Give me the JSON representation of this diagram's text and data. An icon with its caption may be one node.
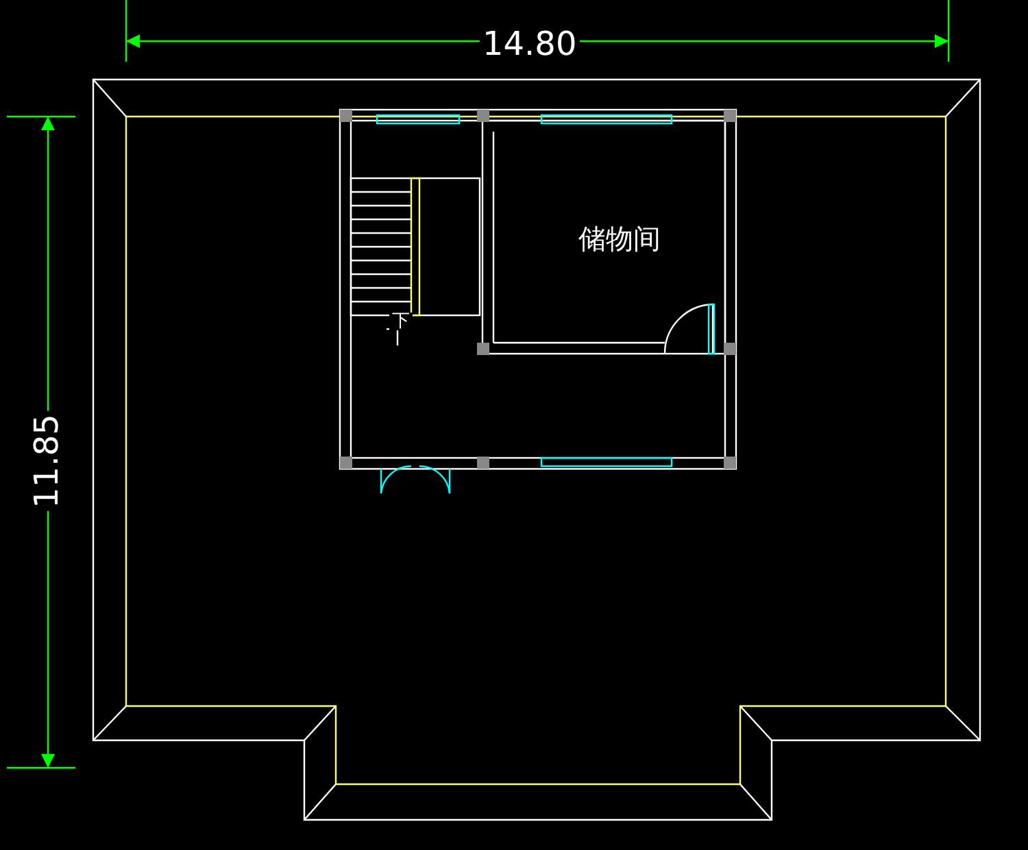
{
  "diagram": {
    "labels": [
      "14.80",
      "11.85",
      "储物间",
      "下"
    ]
  }
}
